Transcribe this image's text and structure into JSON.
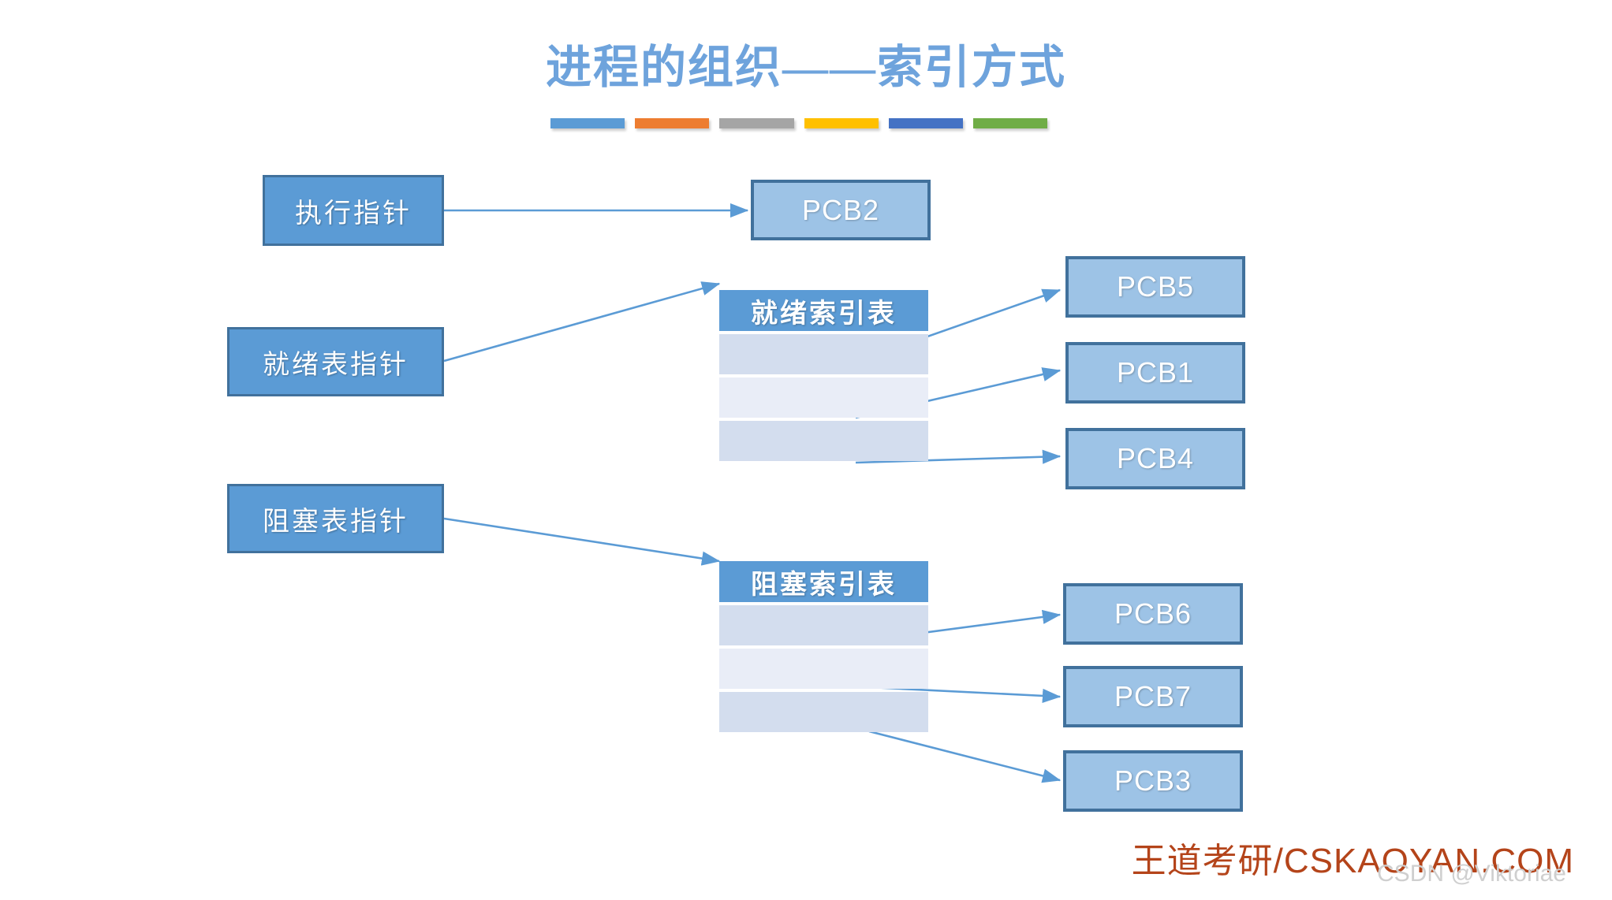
{
  "slide": {
    "title": "进程的组织——索引方式",
    "title_color": "#6EA3DC",
    "background": "#ffffff"
  },
  "accent_bars": [
    {
      "name": "bar-blue-light",
      "color": "#5B9BD5"
    },
    {
      "name": "bar-orange",
      "color": "#ED7D31"
    },
    {
      "name": "bar-gray",
      "color": "#A5A5A5"
    },
    {
      "name": "bar-yellow",
      "color": "#FFC000"
    },
    {
      "name": "bar-blue-dark",
      "color": "#4472C4"
    },
    {
      "name": "bar-green",
      "color": "#70AD47"
    }
  ],
  "pointers": [
    {
      "label": "执行指针"
    },
    {
      "label": "就绪表指针"
    },
    {
      "label": "阻塞表指针"
    }
  ],
  "tables": [
    {
      "header": "就绪索引表",
      "rows": [
        "",
        "",
        ""
      ]
    },
    {
      "header": "阻塞索引表",
      "rows": [
        "",
        "",
        ""
      ]
    }
  ],
  "pcb_blocks": [
    {
      "label": "PCB2"
    },
    {
      "label": "PCB5"
    },
    {
      "label": "PCB1"
    },
    {
      "label": "PCB4"
    },
    {
      "label": "PCB6"
    },
    {
      "label": "PCB7"
    },
    {
      "label": "PCB3"
    }
  ],
  "colors": {
    "box_fill": "#5B9BD5",
    "box_border": "#41719C",
    "pcb_fill": "#9DC3E6",
    "table_header": "#5B9BD5",
    "row_dark": "#D3DDEE",
    "row_light": "#E9EDF7",
    "arrow": "#5B9BD5",
    "brand": "#B4441A"
  },
  "footer": {
    "brand": "王道考研/CSKAOYAN.COM",
    "watermark": "CSDN @Viktoriae"
  }
}
